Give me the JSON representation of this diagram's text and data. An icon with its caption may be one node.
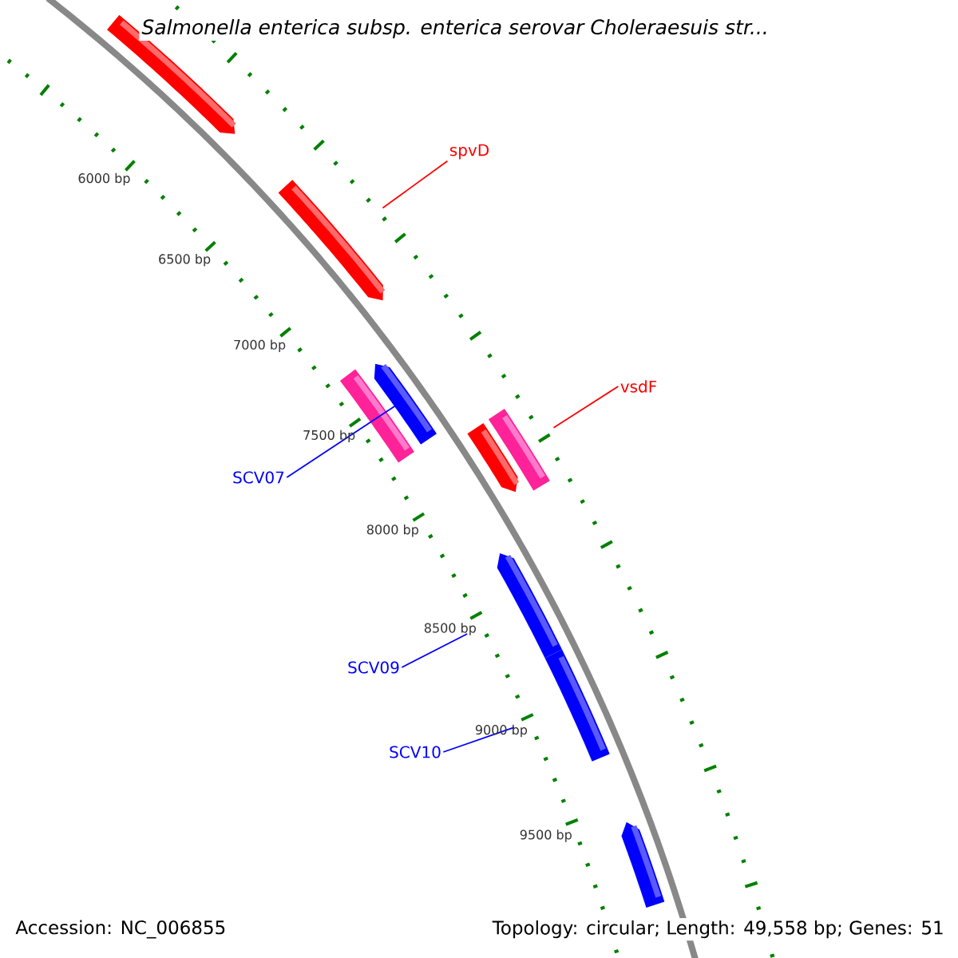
{
  "diagram": {
    "title": "Salmonella enterica subsp. enterica serovar Choleraesuis str...",
    "nodes": [
      {
        "text": [],
        "shape": "bar"
      },
      {
        "text": [
          "spvD"
        ]
      },
      {
        "text": [],
        "shape": "bar"
      },
      {
        "text": [],
        "shape": "bar"
      },
      {
        "text": [],
        "shape": "bar"
      },
      {
        "text": [
          "vsdF"
        ]
      },
      {
        "text": [],
        "shape": "bar"
      },
      {
        "text": [],
        "shape": "bar"
      },
      {
        "text": [
          "SCV07"
        ]
      },
      {
        "text": [],
        "shape": "bar"
      },
      {
        "text": [
          "SCV09"
        ]
      },
      {
        "text": [],
        "shape": "bar"
      },
      {
        "text": [
          "SCV10"
        ]
      },
      {
        "text": [],
        "shape": "bar"
      }
    ],
    "edges": [
      {
        "from": 1,
        "to": 2,
        "arrow": "none",
        "color": "#ff0000"
      },
      {
        "from": 5,
        "to": 7,
        "arrow": "none",
        "color": "#ff0000"
      },
      {
        "from": 8,
        "to": 3,
        "arrow": "none"
      },
      {
        "from": 10,
        "to": 9,
        "arrow": "none"
      },
      {
        "from": 12,
        "to": 11,
        "arrow": "none"
      }
    ],
    "labels": [
      "6000 bp",
      "6500 bp",
      "7000 bp",
      "7500 bp",
      "8000 bp",
      "8500 bp",
      "9000 bp",
      "9500 bp",
      "Accession: NC_006855",
      "Topology: circular; Length: 49,558 bp; Genes: 51"
    ]
  }
}
